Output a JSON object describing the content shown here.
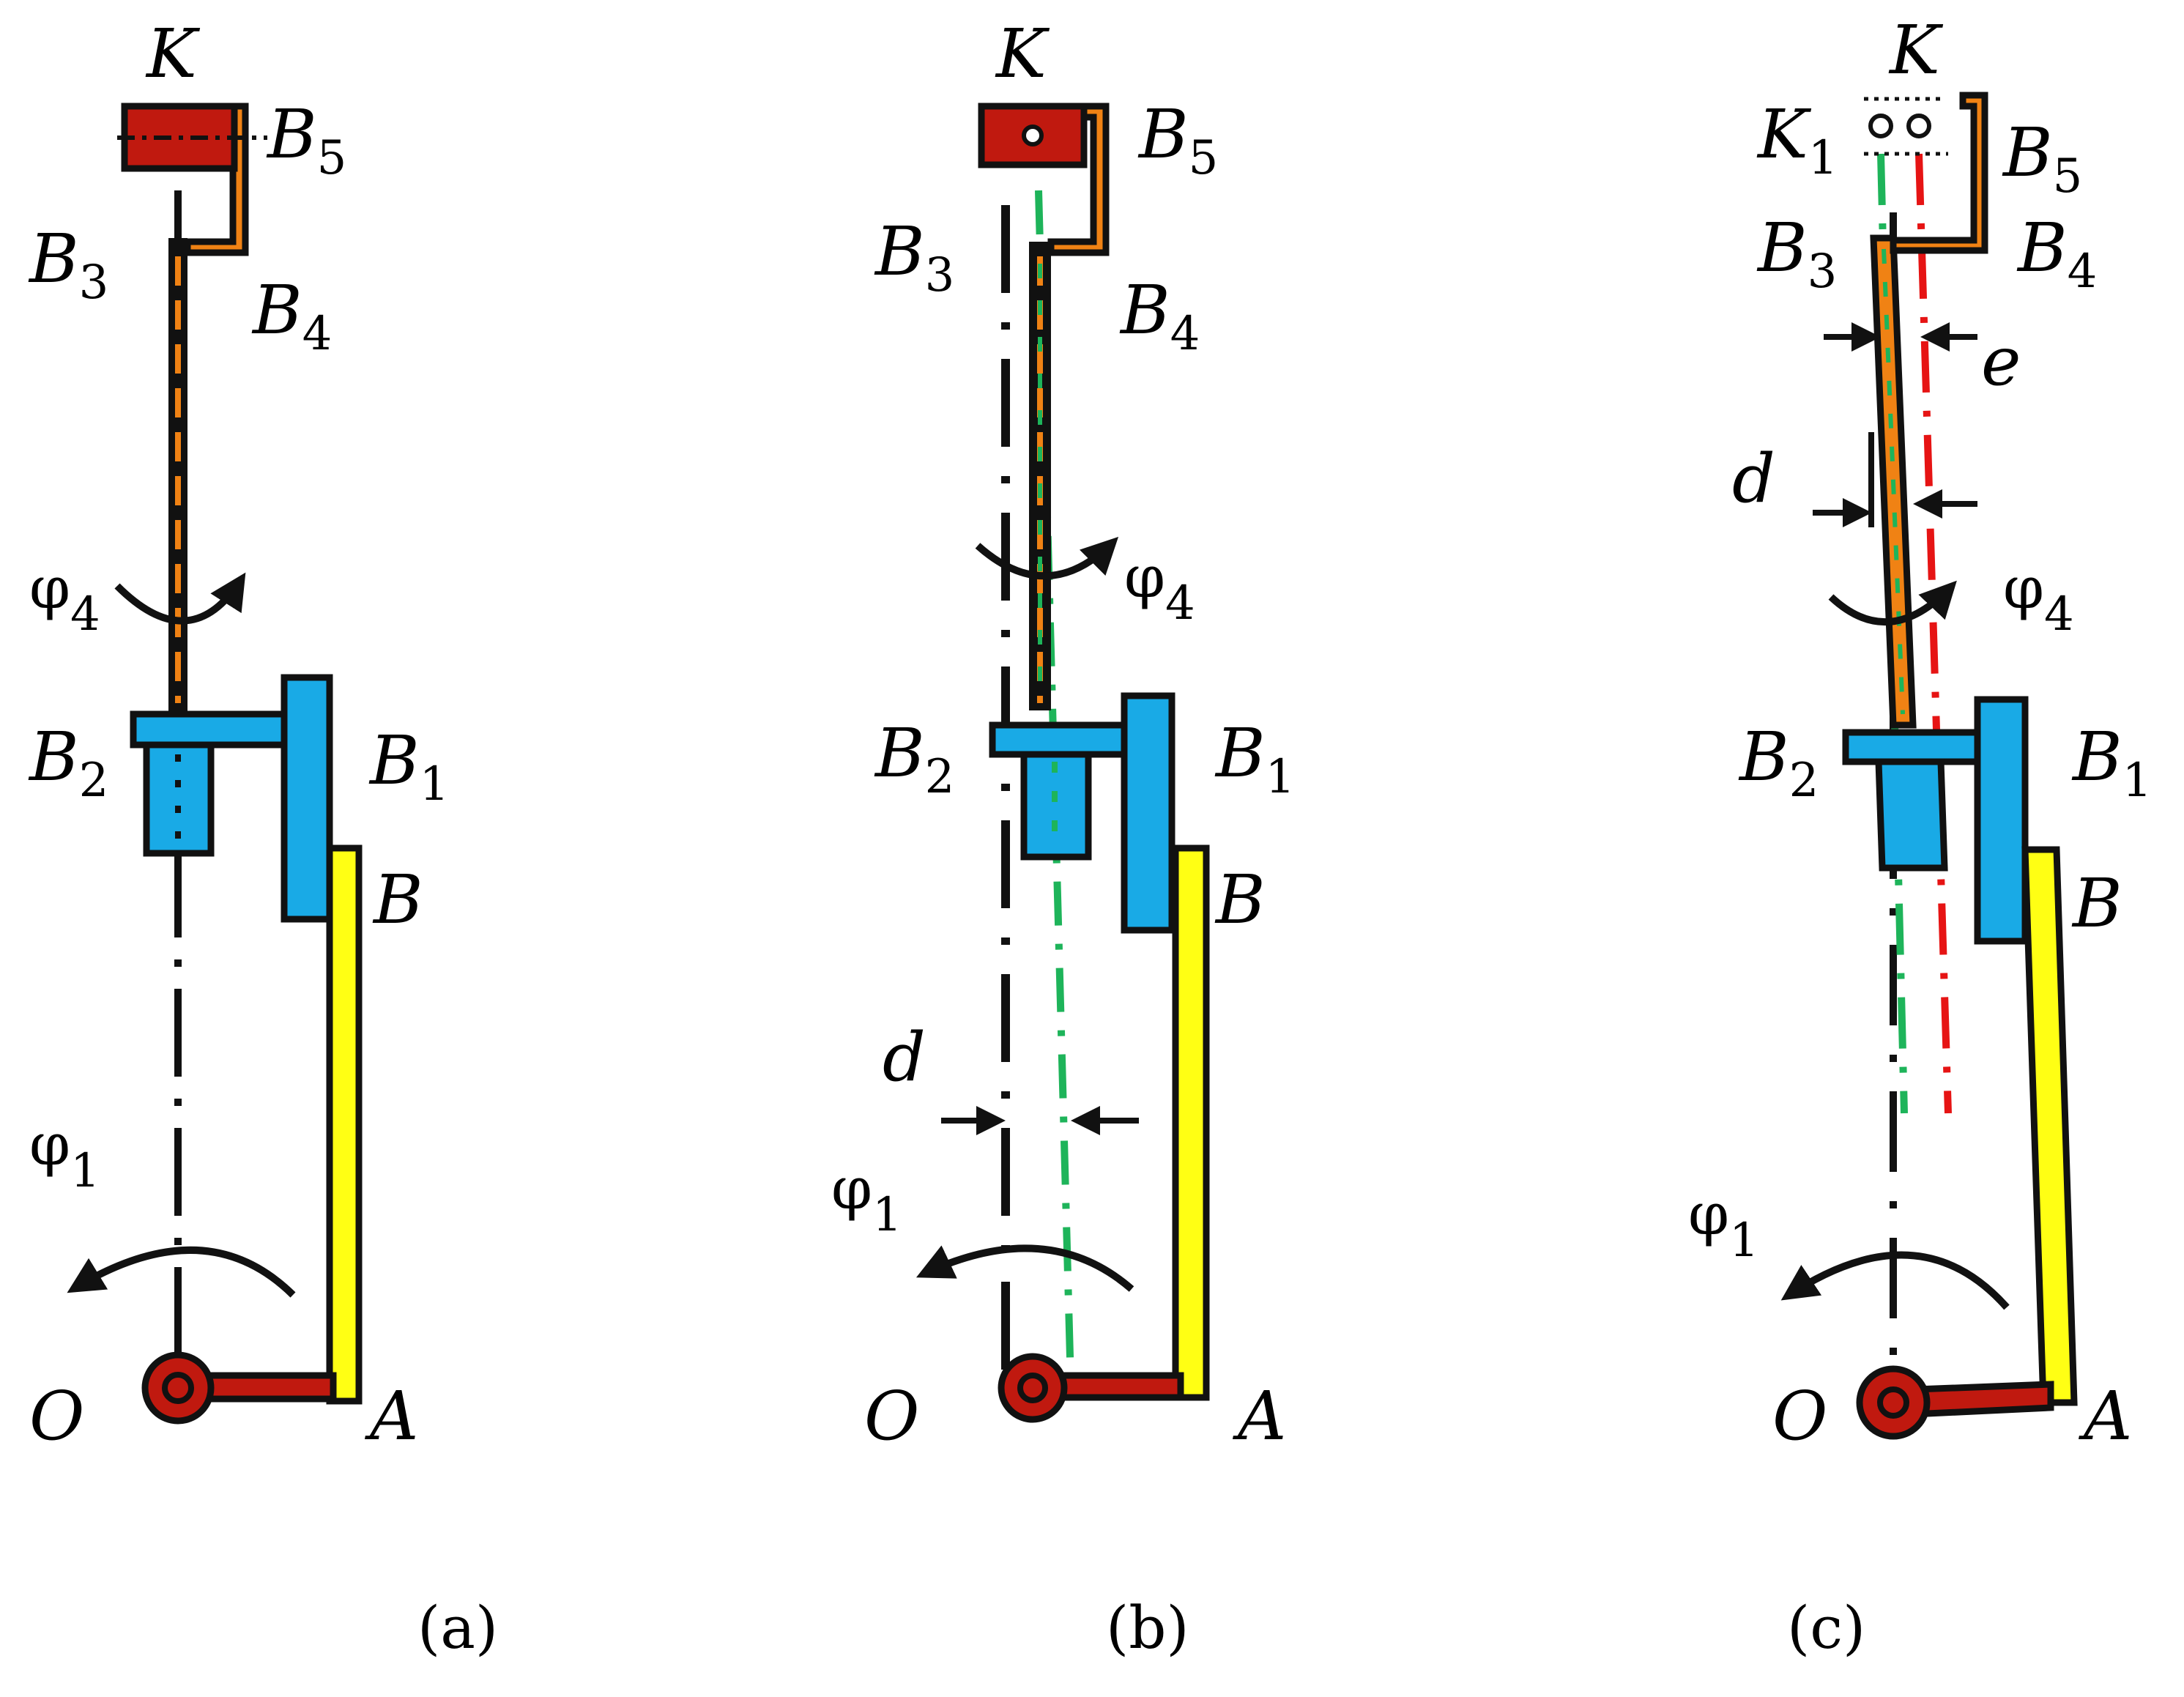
{
  "labels": {
    "K": "K",
    "K1": "K",
    "K1_sub": "1",
    "B": "B",
    "B1_sub": "1",
    "B2_sub": "2",
    "B3_sub": "3",
    "B4_sub": "4",
    "B5_sub": "5",
    "O": "O",
    "A": "A",
    "phi": "φ",
    "phi1_sub": "1",
    "phi4_sub": "4",
    "d": "d",
    "e": "e"
  },
  "captions": {
    "a": "(a)",
    "b": "(b)",
    "c": "(c)"
  },
  "colors": {
    "red_part": "#c0190f",
    "orange_part": "#f08214",
    "blue_part": "#19aae6",
    "yellow_part": "#ffff14",
    "green_axis": "#1eb45a",
    "red_axis": "#e61414",
    "outline": "#111111"
  }
}
